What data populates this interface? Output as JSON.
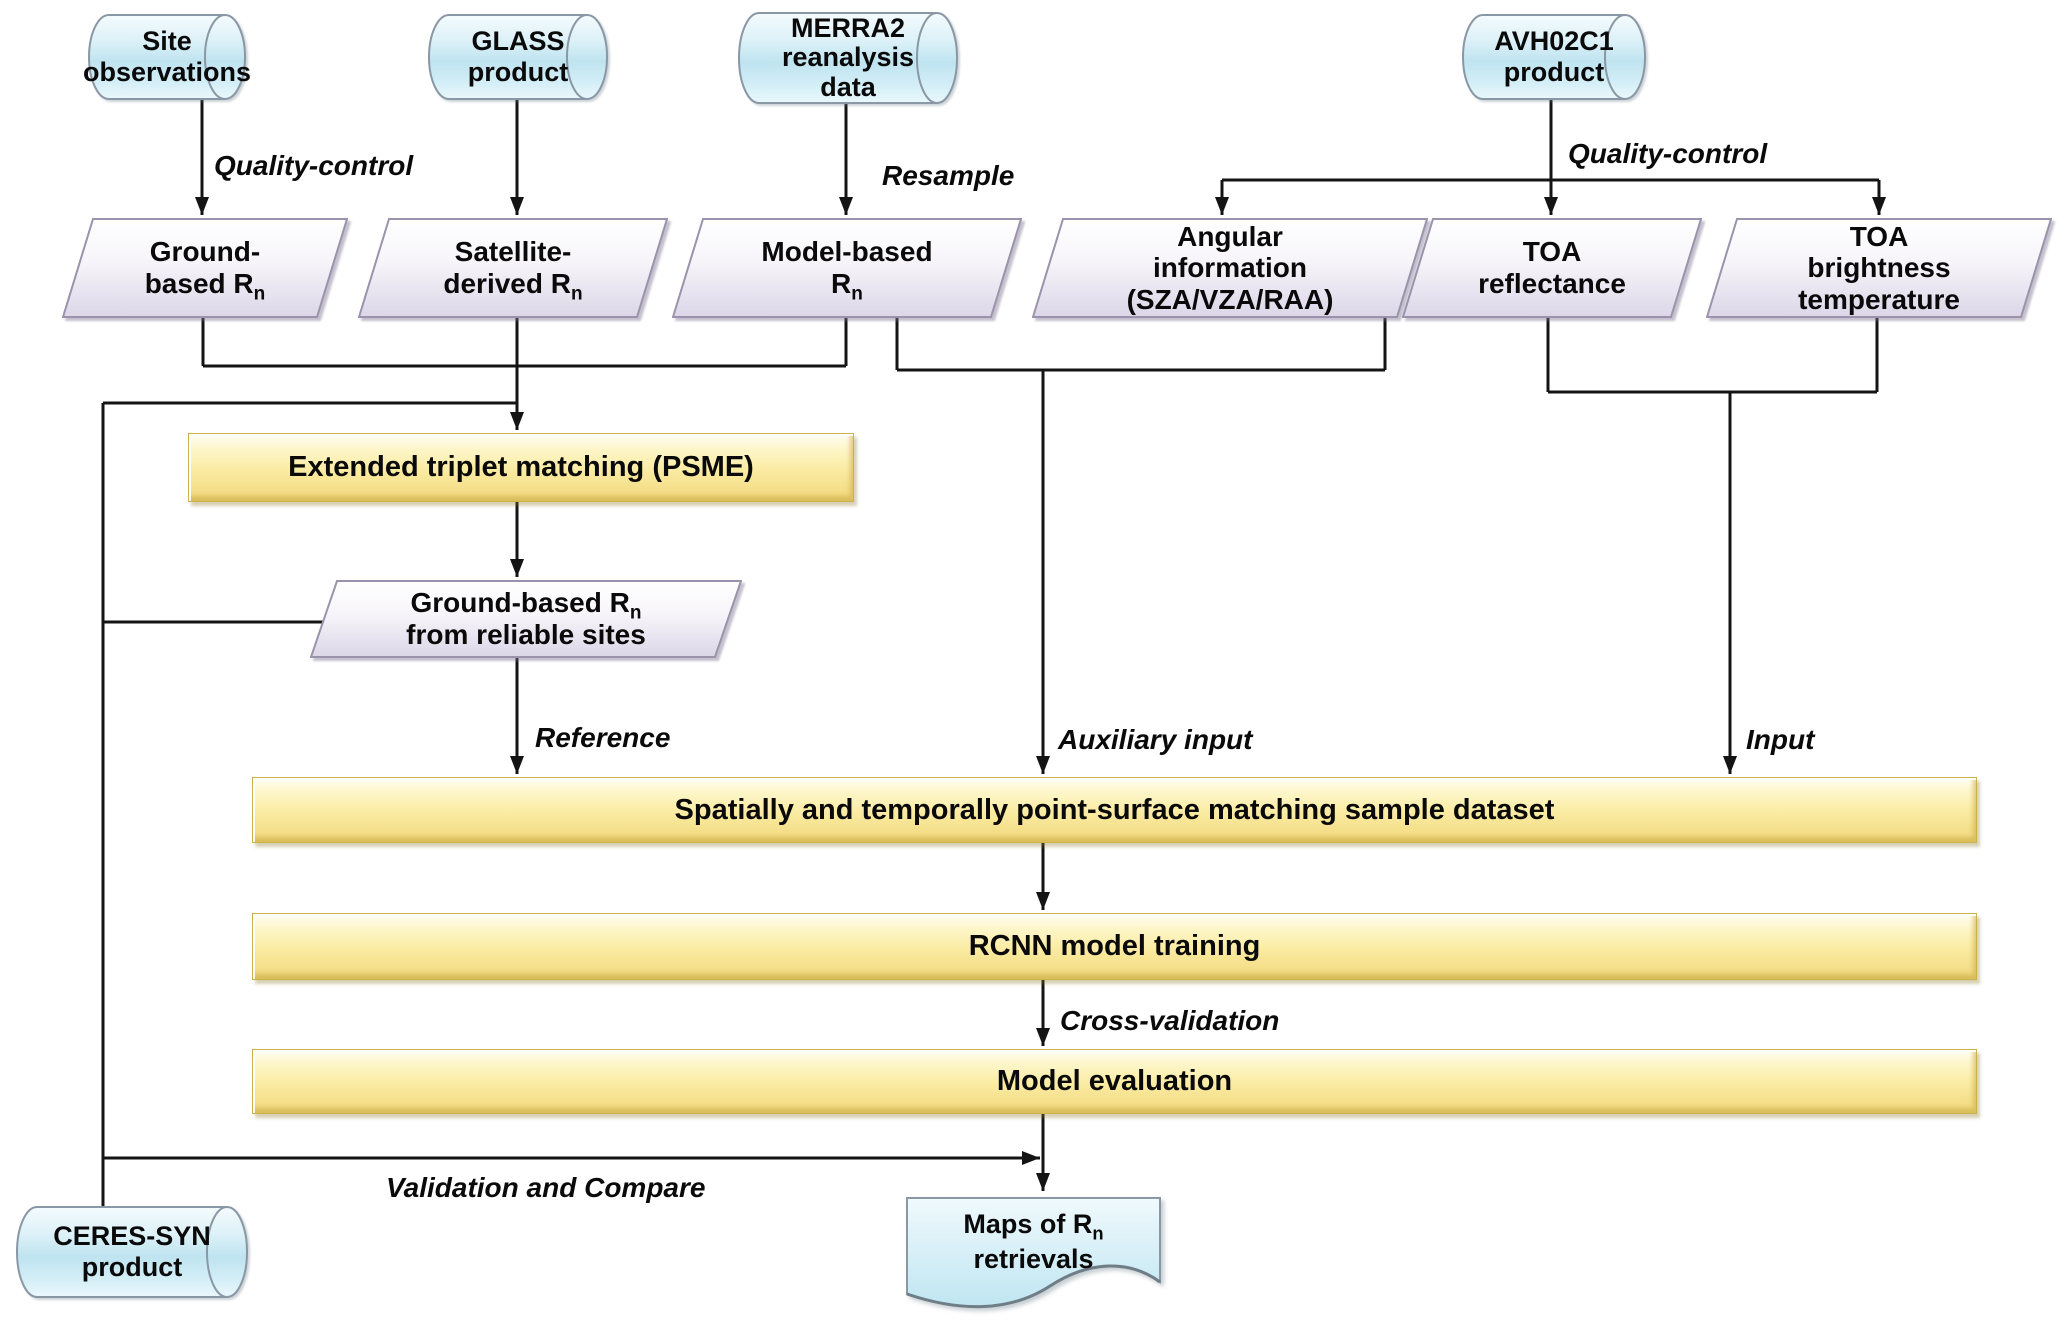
{
  "diagram": {
    "title_hint": "Flowchart of RCNN-based net radiation (Rn) retrieval framework",
    "nodes": {
      "site_obs": {
        "l1": "Site",
        "l2": "observations"
      },
      "glass": {
        "l1": "GLASS",
        "l2": "product"
      },
      "merra2": {
        "l1": "MERRA2",
        "l2": "reanalysis",
        "l3": "data"
      },
      "avh02c1": {
        "l1": "AVH02C1",
        "l2": "product"
      },
      "ground_based": {
        "l1": "Ground-",
        "l2": "based R",
        "sub": "n"
      },
      "satellite": {
        "l1": "Satellite-",
        "l2": "derived R",
        "sub": "n"
      },
      "model_based": {
        "l1": "Model-based",
        "l2": "R",
        "sub": "n"
      },
      "angular": {
        "l1": "Angular",
        "l2": "information",
        "l3": "(SZA/VZA/RAA)"
      },
      "toa_refl": {
        "l1": "TOA",
        "l2": "reflectance"
      },
      "toa_bright": {
        "l1": "TOA",
        "l2": "brightness",
        "l3": "temperature"
      },
      "triplet": {
        "label": "Extended triplet matching (PSME)"
      },
      "reliable": {
        "l1": "Ground-based  R",
        "sub": "n",
        "l2": "from reliable sites"
      },
      "sample": {
        "label": "Spatially and temporally point-surface matching sample dataset"
      },
      "rcnn": {
        "label": "RCNN model training"
      },
      "evaluation": {
        "label": "Model evaluation"
      },
      "ceres": {
        "l1": "CERES-SYN",
        "l2": "product"
      },
      "maps": {
        "l1": "Maps of R",
        "sub": "n",
        "l2": "retrievals"
      }
    },
    "edge_labels": {
      "qc_left": "Quality-control",
      "resample": "Resample",
      "qc_right": "Quality-control",
      "reference": "Reference",
      "auxiliary": "Auxiliary input",
      "input": "Input",
      "cross_validation": "Cross-validation",
      "validation": "Validation and Compare"
    },
    "colors": {
      "cylinder_fill": "#c8e8f3",
      "parallelogram_fill": "#ded8e9",
      "process_fill": "#f7e391",
      "document_fill": "#c2e7f2",
      "line": "#141414"
    }
  }
}
